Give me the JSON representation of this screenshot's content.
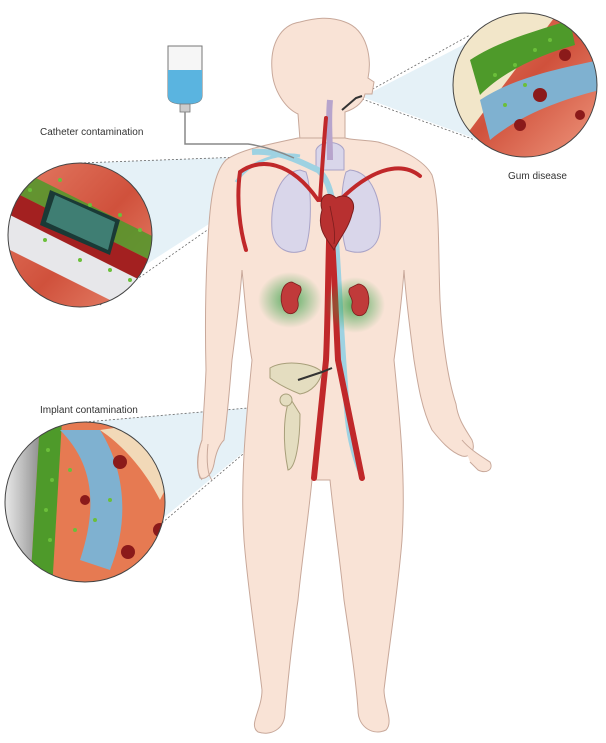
{
  "labels": {
    "catheter": "Catheter contamination",
    "gum": "Gum disease",
    "implant": "Implant contamination"
  },
  "colors": {
    "skin": "#f9e3d6",
    "skin_outline": "#c8a89a",
    "artery": "#c0282a",
    "vein": "#9ed2e2",
    "lung": "#d9d6ea",
    "kidney": "#c03a3a",
    "biofilm": "#4e9a2a",
    "bone": "#e4ddc0",
    "iv_fluid": "#5ab4e0"
  },
  "icons": [
    "iv-bag-icon",
    "heart-icon",
    "lungs-icon",
    "kidney-icon",
    "hip-bone-icon",
    "catheter-icon"
  ]
}
